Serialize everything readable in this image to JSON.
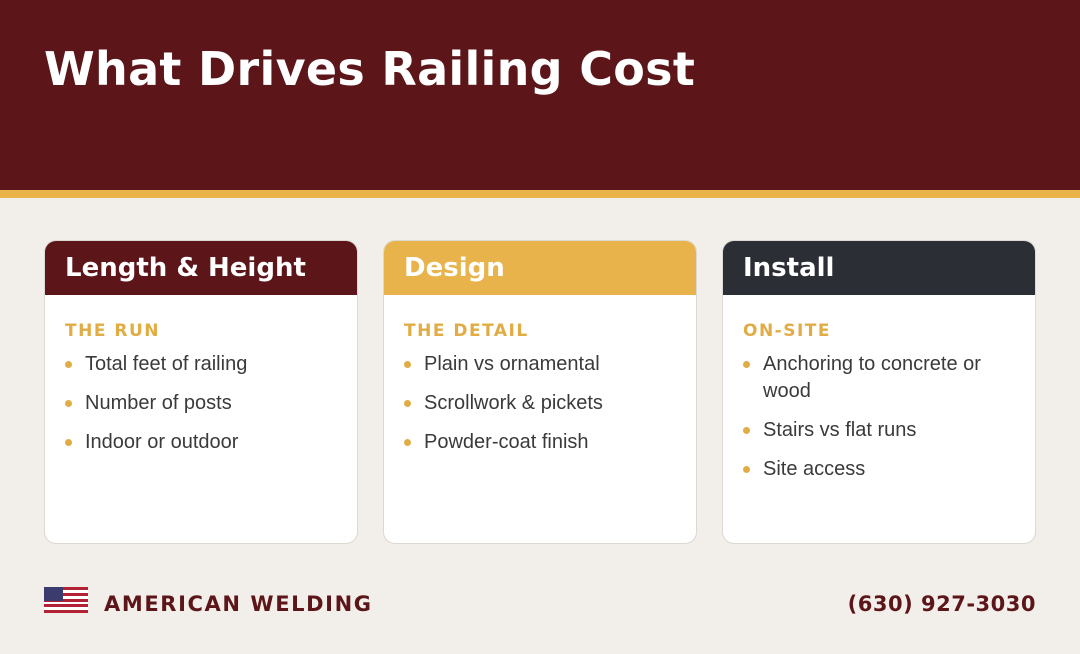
{
  "header": {
    "title": "What Drives Railing Cost",
    "background_color": "#5c1519",
    "stripe_color": "#e8b34b"
  },
  "cards": [
    {
      "title": "Length & Height",
      "header_color": "#5c1519",
      "subtitle": "THE RUN",
      "items": [
        "Total feet of railing",
        "Number of posts",
        "Indoor or outdoor"
      ]
    },
    {
      "title": "Design",
      "header_color": "#e8b34b",
      "subtitle": "THE DETAIL",
      "items": [
        "Plain vs ornamental",
        "Scrollwork & pickets",
        "Powder-coat finish"
      ]
    },
    {
      "title": "Install",
      "header_color": "#2b2f35",
      "subtitle": "ON-SITE",
      "items": [
        "Anchoring to concrete or wood",
        "Stairs vs flat runs",
        "Site access"
      ]
    }
  ],
  "footer": {
    "flag_icon": "us-flag-icon",
    "brand": "AMERICAN WELDING",
    "phone": "(630) 927-3030"
  },
  "colors": {
    "page_background": "#f2eee9",
    "accent": "#e2ac45",
    "brand": "#5c1519"
  }
}
